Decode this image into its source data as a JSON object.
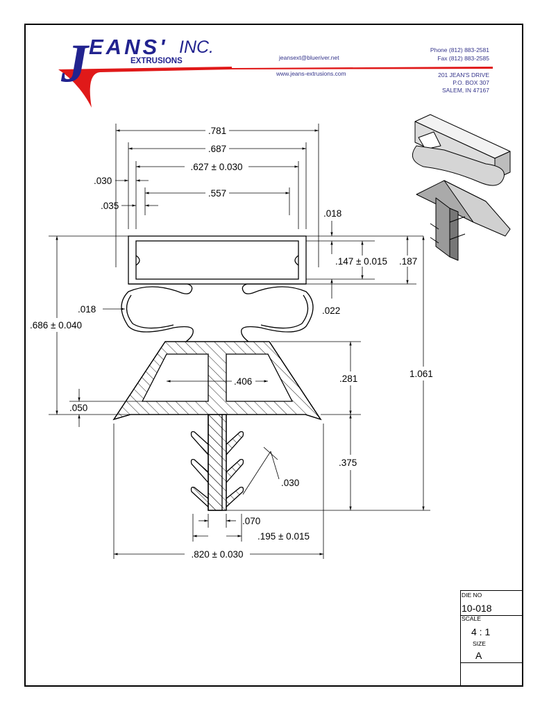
{
  "company": {
    "logo_j": "J",
    "logo_eans": "EANS'",
    "logo_inc": "INC.",
    "logo_extrusions": "EXTRUSIONS",
    "email": "jeansext@blueriver.net",
    "website": "www.jeans-extrusions.com",
    "phone": "Phone (812) 883-2581",
    "fax": "Fax (812) 883-2585",
    "address_line1": "201 JEAN'S DRIVE",
    "address_line2": "P.O. BOX 307",
    "address_line3": "SALEM, IN 47167",
    "brand_blue": "#22238f",
    "brand_red": "#e01919"
  },
  "dimensions": {
    "d_781": ".781",
    "d_687": ".687",
    "d_627": ".627 ± 0.030",
    "d_557": ".557",
    "d_030_top": ".030",
    "d_035": ".035",
    "d_018_right": ".018",
    "d_147": ".147 ± 0.015",
    "d_187": ".187",
    "d_018_left": ".018",
    "d_022": ".022",
    "d_686": ".686 ± 0.040",
    "d_281": ".281",
    "d_406": ".406",
    "d_1061": "1.061",
    "d_050": ".050",
    "d_375": ".375",
    "d_030_fin": ".030",
    "d_070": ".070",
    "d_195": ".195 ± 0.015",
    "d_820": ".820 ± 0.030"
  },
  "title_block": {
    "die_no_label": "DIE NO",
    "die_no": "10-018",
    "scale_label": "SCALE",
    "scale": "4 : 1",
    "size_label": "SIZE",
    "size": "A"
  }
}
